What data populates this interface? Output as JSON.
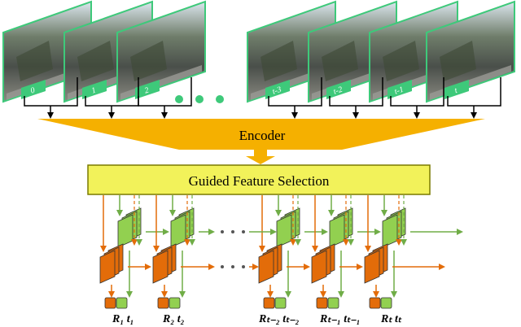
{
  "encoder": {
    "label": "Encoder"
  },
  "selection": {
    "label": "Guided Feature Selection"
  },
  "frames": [
    {
      "label": "0"
    },
    {
      "label": "1"
    },
    {
      "label": "2"
    },
    {
      "label": "t-3"
    },
    {
      "label": "t-2"
    },
    {
      "label": "t-1"
    },
    {
      "label": "t"
    }
  ],
  "outputs": [
    {
      "rot": "R₁",
      "trans": "t₁"
    },
    {
      "rot": "R₂",
      "trans": "t₂"
    },
    {
      "rot": "Rₜ₋₂",
      "trans": "tₜ₋₂"
    },
    {
      "rot": "Rₜ₋₁",
      "trans": "tₜ₋₁"
    },
    {
      "rot": "Rₜ",
      "trans": "tₜ"
    }
  ],
  "colors": {
    "encoder": "#f5b000",
    "selection": "#f2f25a",
    "selection_border": "#7a7a00",
    "green": "#70ad47",
    "green_light": "#92d050",
    "orange": "#e36c09",
    "dots": "#3ec97a",
    "frame_border": "#3ec97a"
  },
  "icons": [
    "ellipsis-icon"
  ]
}
